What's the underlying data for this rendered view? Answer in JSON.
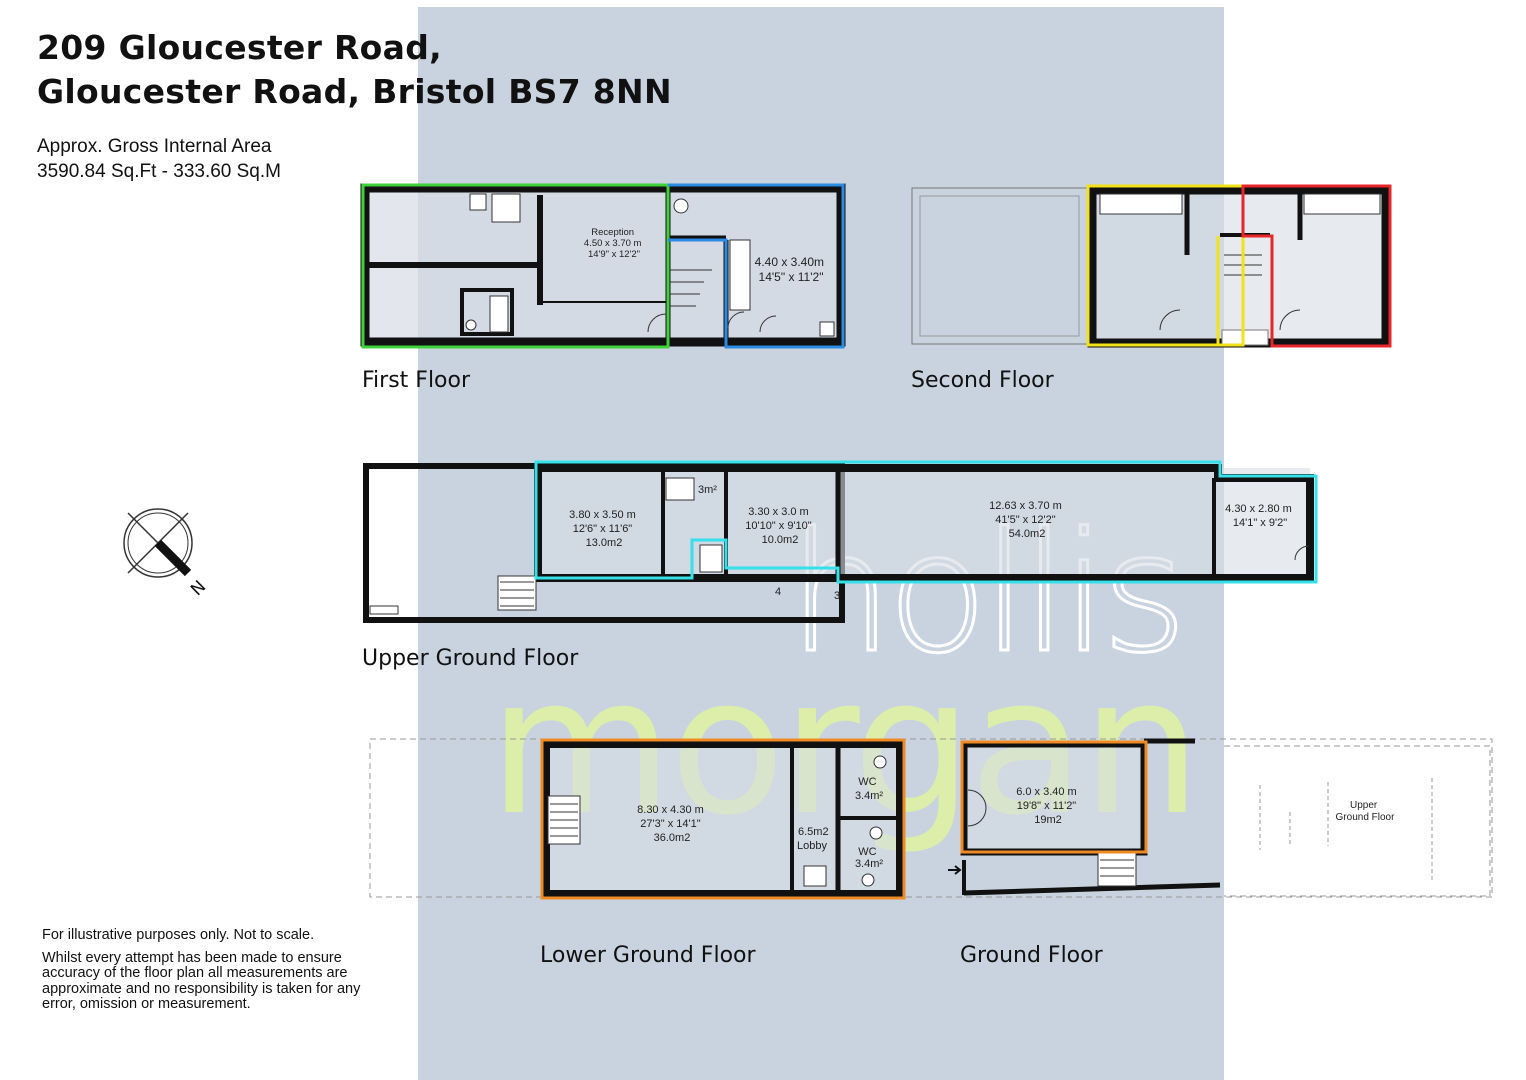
{
  "title": {
    "line1": "209 Gloucester Road,",
    "line2": "Gloucester Road, Bristol BS7 8NN"
  },
  "area": {
    "label": "Approx. Gross Internal Area",
    "value": "3590.84 Sq.Ft - 333.60 Sq.M"
  },
  "floors": {
    "first": "First Floor",
    "second": "Second Floor",
    "upper_ground": "Upper Ground Floor",
    "lower_ground": "Lower Ground Floor",
    "ground": "Ground Floor"
  },
  "rooms": {
    "ff_reception": [
      "Reception",
      "4.50 x 3.70 m",
      "14'9\" x 12'2\""
    ],
    "ff_room2": [
      "4.40 x 3.40m",
      "14'5\" x 11'2\""
    ],
    "ug_a": [
      "3.80 x 3.50 m",
      "12'6\" x 11'6\"",
      "13.0m2"
    ],
    "ug_b": [
      "3.30 x 3.0 m",
      "10'10\" x 9'10\"",
      "10.0m2"
    ],
    "ug_c": [
      "12.63 x 3.70 m",
      "41'5\" x 12'2\"",
      "54.0m2"
    ],
    "ug_d": [
      "4.30 x 2.80 m",
      "14'1\" x 9'2\""
    ],
    "ug_small": "3m²",
    "ug_num4": "4",
    "ug_num3": "3",
    "lg_main": [
      "8.30 x 4.30 m",
      "27'3\" x 14'1\"",
      "36.0m2"
    ],
    "lg_65": "6.5m2",
    "lg_lobby": "Lobby",
    "lg_wc1": [
      "WC",
      "3.4m²"
    ],
    "lg_wc2": [
      "WC",
      "3.4m²"
    ],
    "g_main": [
      "6.0 x 3.40 m",
      "19'8\" x 11'2\"",
      "19m2"
    ],
    "g_upper": [
      "Upper",
      "Ground Floor"
    ]
  },
  "compass": {
    "letter": "N"
  },
  "watermark": {
    "top": "hollis",
    "bottom": "morgan"
  },
  "colors": {
    "band": "#c9d3df",
    "wall": "#111111",
    "green": "#3fd13a",
    "blue": "#2c8be0",
    "yellow": "#f2e21a",
    "red": "#e8262a",
    "cyan": "#35e0e8",
    "orange": "#f08a24",
    "watermark_green": "#dff2a0"
  },
  "disclaimer": {
    "line1": "For illustrative purposes only. Not to scale.",
    "line2": "Whilst every attempt has been made to ensure accuracy of the floor plan all measurements are approximate and no responsibility is taken for any error, omission or measurement."
  }
}
